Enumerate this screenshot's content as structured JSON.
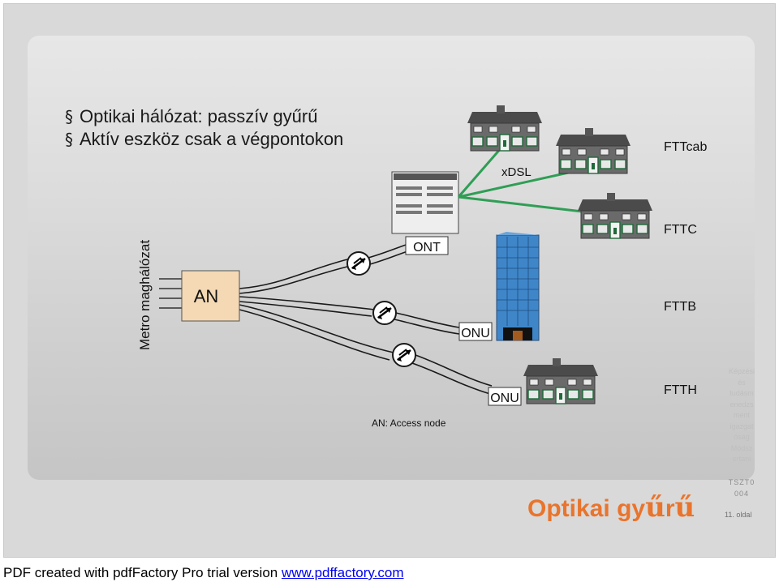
{
  "slide": {
    "bullets": [
      "Optikai hálózat: passzív gyűrű",
      "Aktív eszköz csak a végpontokon"
    ],
    "bullet_symbol": "§",
    "side_note": [
      "Képzési",
      "és",
      "tudásm",
      "enedzs",
      "ment",
      "igazgat",
      "ósag",
      "Módsz",
      "ertani"
    ],
    "slide_id": [
      "TSZT0",
      "004"
    ],
    "page_number": "11. oldal",
    "footer_title": "Optikai gyűrű",
    "accent_color": "#e9742c"
  },
  "diagram": {
    "metro_label": "Metro maghálózat",
    "an_box": "AN",
    "labels": {
      "ont": "ONT",
      "onu_tower": "ONU",
      "onu_house": "ONU",
      "xdsl": "xDSL",
      "fttcab": "FTTcab",
      "fttc": "FTTC",
      "fttb": "FTTB",
      "ftth": "FTTH"
    },
    "legend": "AN: Access node",
    "link_color": "#2f9e55"
  },
  "pdf_footer": {
    "text": "PDF created with pdfFactory Pro trial version",
    "link": "www.pdffactory.com"
  }
}
